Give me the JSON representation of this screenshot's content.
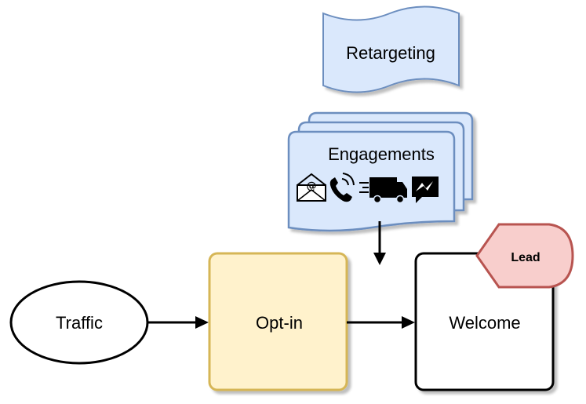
{
  "diagram": {
    "nodes": {
      "retargeting": {
        "label": "Retargeting",
        "fill": "#dae8fc",
        "stroke": "#6c8ebf"
      },
      "engagements": {
        "label": "Engagements",
        "fill": "#dae8fc",
        "stroke": "#6c8ebf",
        "icons": [
          "email-icon",
          "phone-call-icon",
          "delivery-truck-icon",
          "messenger-icon"
        ]
      },
      "traffic": {
        "label": "Traffic",
        "fill": "#ffffff",
        "stroke": "#000000"
      },
      "optin": {
        "label": "Opt-in",
        "fill": "#fff2cc",
        "stroke": "#d6b656"
      },
      "welcome": {
        "label": "Welcome",
        "fill": "#ffffff",
        "stroke": "#000000"
      },
      "lead": {
        "label": "Lead",
        "fill": "#f8cecc",
        "stroke": "#b85450"
      }
    },
    "edges": [
      {
        "from": "traffic",
        "to": "optin"
      },
      {
        "from": "optin",
        "to": "welcome"
      },
      {
        "from": "engagements",
        "to": "optin-welcome-connector"
      }
    ]
  }
}
